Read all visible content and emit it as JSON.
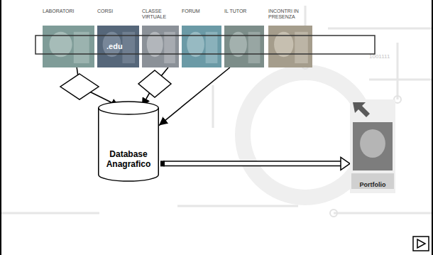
{
  "diagram": {
    "nodes": [
      {
        "text": [
          "LABORATORI"
        ]
      },
      {
        "text": [
          "CORSI"
        ]
      },
      {
        "text": [
          "CLASSE VIRTUALE"
        ]
      },
      {
        "text": [
          "FORUM"
        ]
      },
      {
        "text": [
          "IL TUTOR"
        ]
      },
      {
        "text": [
          "INCONTRI IN PRESENZA"
        ]
      },
      {
        "text": [
          "Database Anagrafico"
        ]
      },
      {
        "text": [
          "Portfolio"
        ]
      }
    ],
    "edges": [
      {
        "from": 0,
        "to": 6,
        "arrow": "to"
      },
      {
        "from": 2,
        "to": 6,
        "arrow": "to"
      },
      {
        "from": 4,
        "to": 6,
        "arrow": "to"
      },
      {
        "from": 6,
        "to": 7,
        "arrow": "to"
      }
    ],
    "labels": [
      ".edu",
      "1001111"
    ]
  }
}
